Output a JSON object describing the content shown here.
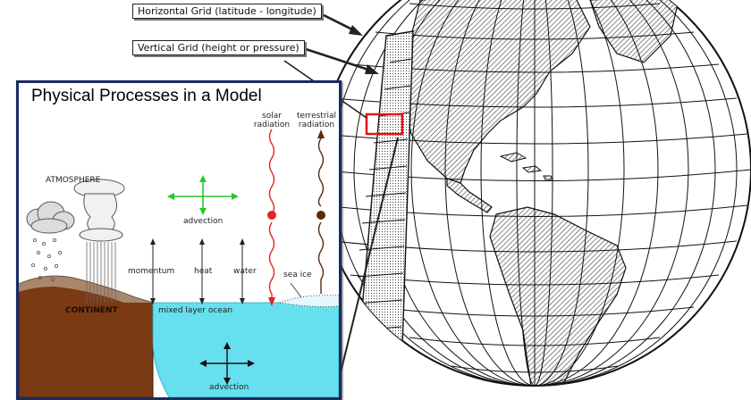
{
  "callouts": {
    "horizontal": "Horizontal Grid (latitude - longitude)",
    "vertical": "Vertical Grid (height or pressure)"
  },
  "panel": {
    "title": "Physical Processes in a Model",
    "labels": {
      "solar": [
        "solar",
        "radiation"
      ],
      "terrestrial": [
        "terrestrial",
        "radiation"
      ],
      "atmosphere": "ATMOSPHERE",
      "advection_top": "advection",
      "momentum": "momentum",
      "heat": "heat",
      "water": "water",
      "sea_ice": "sea ice",
      "continent": "CONTINENT",
      "ocean": "mixed layer ocean",
      "advection_bottom": "advection"
    }
  },
  "colors": {
    "panel_border": "#1b2a63",
    "ocean": "#66e0ef",
    "continent": "#7a3a13",
    "solar_arrow": "#e62420",
    "terrestrial_arrow": "#5a2a0c",
    "advection_arrow": "#27c927",
    "grid_box": "#e01515"
  }
}
